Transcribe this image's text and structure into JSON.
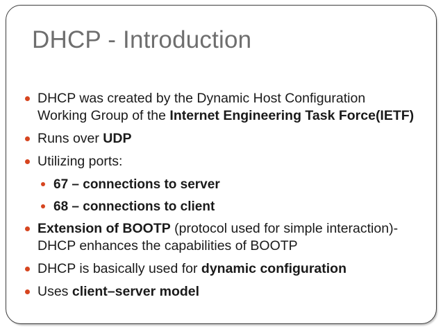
{
  "slide": {
    "title": "DHCP - Introduction",
    "accent_color": "#d6451f",
    "title_color": "#6e6e6e",
    "border_color": "#3b3b3b",
    "background_color": "#ffffff",
    "bullets": [
      {
        "id": "bullet-created-by",
        "line1_plain": "DHCP was created by the Dynamic Host Configuration",
        "line2_plain": "Working Group of the ",
        "line2_bold": "Internet Engineering Task Force(IETF)"
      },
      {
        "id": "bullet-runs-over-udp",
        "plain": "Runs over ",
        "bold": "UDP"
      },
      {
        "id": "bullet-utilizing-ports",
        "plain": "Utilizing ports:",
        "sub_items": [
          "67 – connections to server",
          "68 – connections to client"
        ]
      },
      {
        "id": "bullet-extension-bootp",
        "bold": "Extension of BOOTP",
        "plain": " (protocol used for simple interaction)- DHCP enhances the capabilities of BOOTP"
      },
      {
        "id": "bullet-dynamic-configuration",
        "plain": "DHCP is basically used for ",
        "bold": "dynamic configuration"
      },
      {
        "id": "bullet-client-server-model",
        "plain": "Uses ",
        "bold": "client–server model"
      }
    ]
  }
}
